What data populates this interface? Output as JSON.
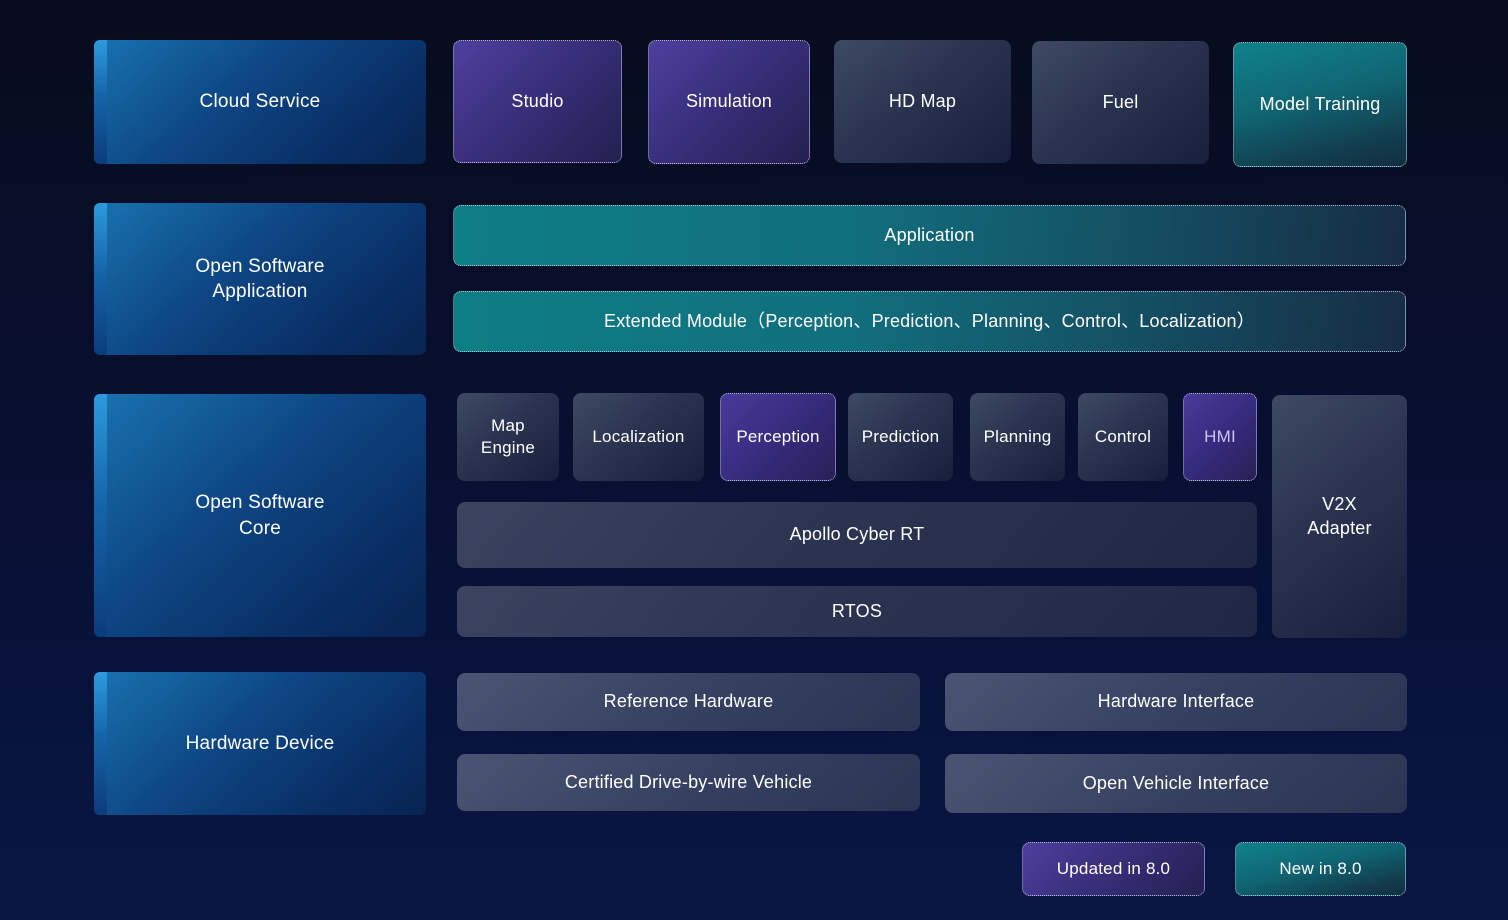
{
  "diagram": {
    "legend": {
      "updated_label": "Updated in 8.0",
      "new_label": "New in 8.0",
      "updated_color": "#3a2f7c",
      "new_color": "#107684"
    },
    "colors": {
      "section_block_blue": "#0e4886",
      "module_slate": "#2a3450",
      "background_top": "#070c1d",
      "background_bottom": "#091644"
    },
    "rows": {
      "cloud": {
        "label": "Cloud Service",
        "boxes": [
          {
            "label": "Studio",
            "status": "updated"
          },
          {
            "label": "Simulation",
            "status": "updated"
          },
          {
            "label": "HD Map",
            "status": "default"
          },
          {
            "label": "Fuel",
            "status": "default"
          },
          {
            "label": "Model Training",
            "status": "new"
          }
        ]
      },
      "software_application": {
        "label": "Open Software\nApplication",
        "bars": [
          {
            "label": "Application",
            "status": "new"
          },
          {
            "label": "Extended Module（Perception、Prediction、Planning、Control、Localization）",
            "status": "new"
          }
        ]
      },
      "software_core": {
        "label": "Open Software\nCore",
        "modules": [
          {
            "label": "Map\nEngine",
            "status": "default"
          },
          {
            "label": "Localization",
            "status": "default"
          },
          {
            "label": "Perception",
            "status": "updated"
          },
          {
            "label": "Prediction",
            "status": "default"
          },
          {
            "label": "Planning",
            "status": "default"
          },
          {
            "label": "Control",
            "status": "default"
          },
          {
            "label": "HMI",
            "status": "updated"
          }
        ],
        "side": {
          "label": "V2X\nAdapter",
          "status": "default"
        },
        "bars": [
          {
            "label": "Apollo Cyber RT",
            "status": "default"
          },
          {
            "label": "RTOS",
            "status": "default"
          }
        ]
      },
      "hardware": {
        "label": "Hardware Device",
        "boxes": [
          {
            "label": "Reference Hardware",
            "status": "default"
          },
          {
            "label": "Hardware Interface",
            "status": "default"
          },
          {
            "label": "Certified Drive-by-wire Vehicle",
            "status": "default"
          },
          {
            "label": "Open Vehicle Interface",
            "status": "default"
          }
        ]
      }
    }
  }
}
